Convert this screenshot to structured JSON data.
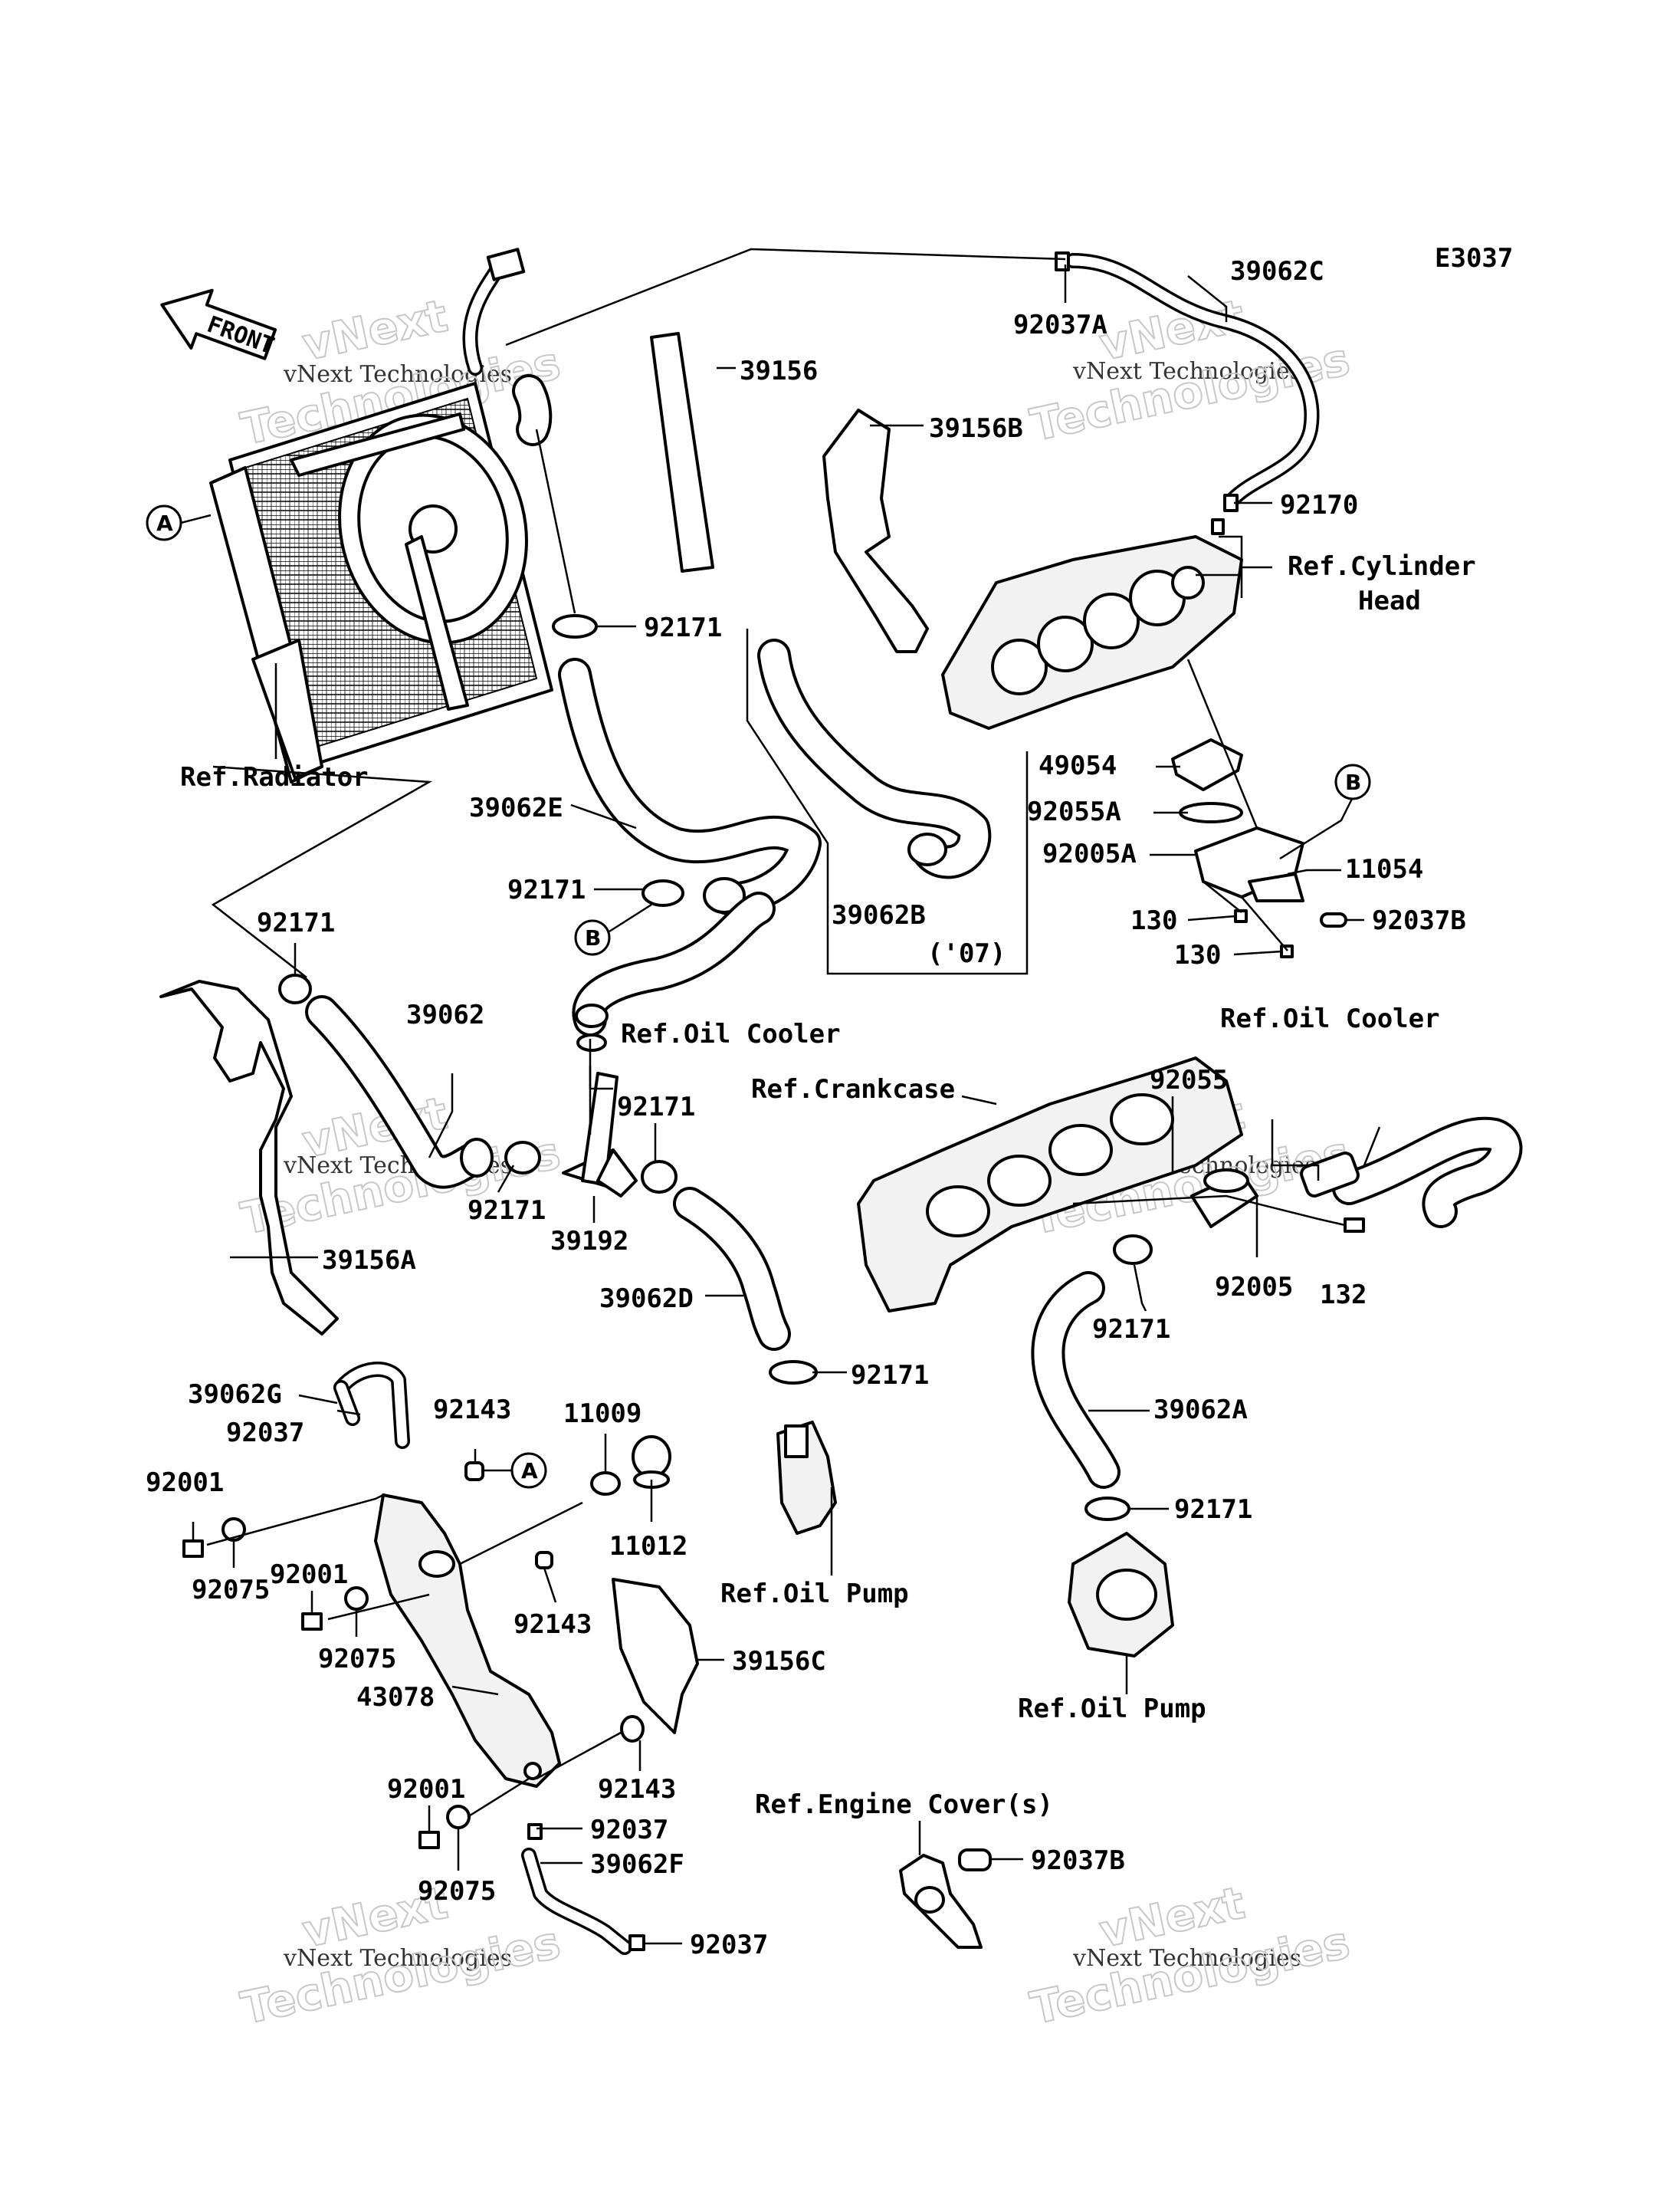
{
  "diagram_code": "E3037",
  "front_label": "FRONT",
  "watermark": {
    "line1": "vNext Technologies",
    "line2": "Technologies",
    "line3": "vNext"
  },
  "callouts": {
    "a": "A",
    "b": "B"
  },
  "parts": {
    "p39062c": "39062C",
    "p92037a": "92037A",
    "p39156": "39156",
    "p39156b": "39156B",
    "p92170": "92170",
    "p92171_top": "92171",
    "p39062e": "39062E",
    "p92171_mid": "92171",
    "p39062b": "39062B",
    "p07": "('07)",
    "p49054": "49054",
    "p92055a": "92055A",
    "p92005a": "92005A",
    "p11054": "11054",
    "p130a": "130",
    "p130b": "130",
    "p92037b_top": "92037B",
    "p92171_left": "92171",
    "p39062": "39062",
    "p92171_c": "92171",
    "p92171_d": "92171",
    "p39192": "39192",
    "p39156a": "39156A",
    "p39062d": "39062D",
    "p92055": "92055",
    "p92005": "92005",
    "p132": "132",
    "p92171_e": "92171",
    "p92171_f": "92171",
    "p39062a": "39062A",
    "p92171_g": "92171",
    "p39062g": "39062G",
    "p92143a": "92143",
    "p11009": "11009",
    "p92037_a": "92037",
    "p92001a": "92001",
    "p11012": "11012",
    "p92075a": "92075",
    "p92001b": "92001",
    "p92143b": "92143",
    "p92075b": "92075",
    "p39156c": "39156C",
    "p43078": "43078",
    "p92143c": "92143",
    "p92001c": "92001",
    "p92037_b": "92037",
    "p39062f": "39062F",
    "p92075c": "92075",
    "p92037_c": "92037",
    "p92037b_bot": "92037B"
  },
  "refs": {
    "radiator": "Ref.Radiator",
    "cyl_head_1": "Ref.Cylinder",
    "cyl_head_2": "Head",
    "oil_cooler_a": "Ref.Oil Cooler",
    "oil_cooler_b": "Ref.Oil Cooler",
    "crankcase": "Ref.Crankcase",
    "oil_pump_a": "Ref.Oil Pump",
    "oil_pump_b": "Ref.Oil Pump",
    "engine_cover": "Ref.Engine Cover(s)"
  }
}
